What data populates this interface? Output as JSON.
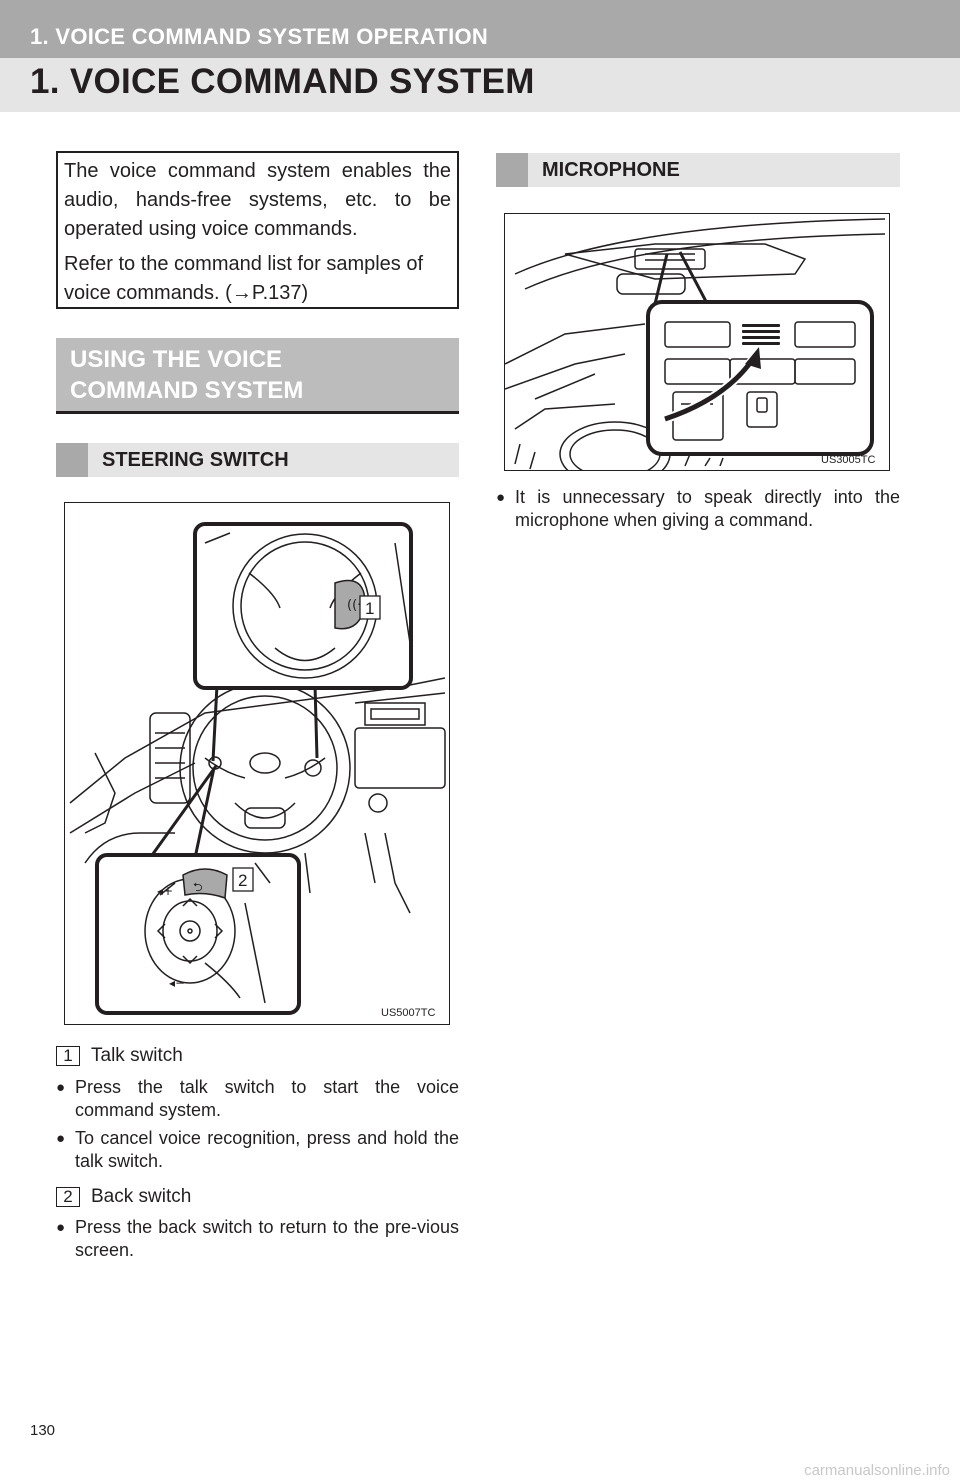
{
  "header": {
    "section": "1. VOICE COMMAND SYSTEM OPERATION",
    "title": "1. VOICE COMMAND SYSTEM"
  },
  "intro": {
    "p1": "The voice command system enables the audio, hands-free systems, etc. to be operated using voice commands.",
    "p2": "Refer to the command list for samples of voice commands. (→P.137)"
  },
  "using": {
    "heading_line1": "USING THE VOICE",
    "heading_line2": "COMMAND SYSTEM"
  },
  "steering": {
    "heading": "STEERING SWITCH",
    "figure_code": "US5007TC",
    "callout1": "1",
    "callout2": "2",
    "items": [
      {
        "num": "1",
        "label": "Talk switch"
      },
      {
        "num": "2",
        "label": "Back switch"
      }
    ],
    "bullets_talk": [
      "Press the talk switch to start the voice command system.",
      "To cancel voice recognition, press and hold the talk switch."
    ],
    "bullets_back": [
      "Press the back switch to return to the pre-vious screen."
    ]
  },
  "microphone": {
    "heading": "MICROPHONE",
    "figure_code": "US3005TC",
    "bullets": [
      "It is unnecessary to speak directly into the microphone when giving a command."
    ]
  },
  "footer": {
    "page_number": "130",
    "watermark": "carmanualsonline.info"
  },
  "bullet_glyph": "●",
  "colors": {
    "band_dark": "#a9a9a9",
    "band_light": "#e5e5e5",
    "heading_bg": "#bcbcbc",
    "text": "#231f20"
  }
}
